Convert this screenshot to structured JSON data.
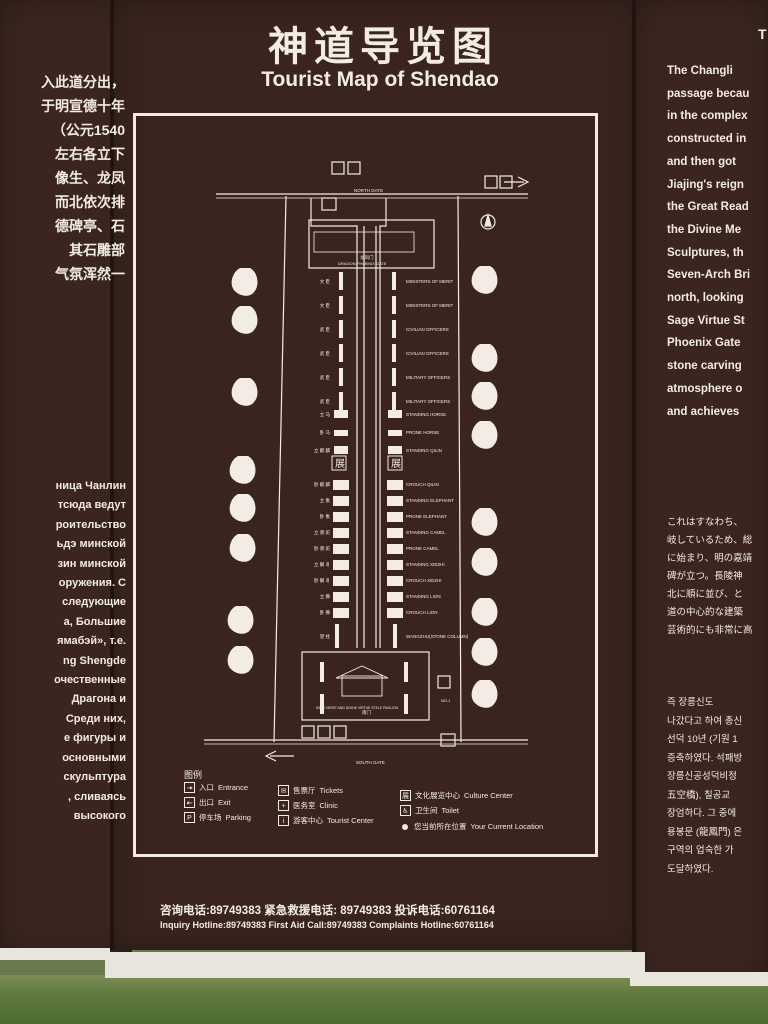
{
  "title_zh": "神道导览图",
  "title_en": "Tourist Map of Shendao",
  "map": {
    "north_gate": "NORTH GATE",
    "south_gate_zh": "南门",
    "south_gate": "SOUTH GATE",
    "dragon_gate_zh": "龙凤门",
    "dragon_gate": "DRAGON-PHOENIX GATE",
    "pavilion": "SAGE MERIT AND DIVINE VIRTUE STELE PAVILION",
    "left_figure_labels": [
      "文 臣",
      "文 臣",
      "武 臣",
      "武 臣",
      "武 臣",
      "武 臣",
      "立 马",
      "卧 马",
      "立 麒 麟"
    ],
    "left_animal_labels": [
      "卧 麒 麟",
      "立 象",
      "卧 象",
      "立 骆 驼",
      "卧 骆 驼",
      "立 獬 豸",
      "卧 獬 豸",
      "立 狮",
      "卧 狮",
      "望 柱"
    ],
    "right_labels": [
      "MINISTERS OF MERIT",
      "MINISTERS OF MERIT",
      "CIVILIAN OFFICERS",
      "CIVILIAN OFFICERS",
      "MILITARY OFFICERS",
      "MILITARY OFFICERS",
      "STANDING HORSE",
      "PRONE HORSE",
      "STANDING QILIN",
      "CROUCH QILIN",
      "STANDING ELEPHANT",
      "PRONE ELEPHANT",
      "STANDING CAMEL",
      "PRONE CAMEL",
      "STANDING XIEZHI",
      "CROUCH XIEZHI",
      "STANDING LION",
      "CROUCH LION",
      "WANGZHU(STONE COLUMN)"
    ],
    "culture_mark": "展",
    "no1": "NO.1"
  },
  "legend": {
    "title": "图例",
    "items": [
      {
        "zh": "入口",
        "en": "Entrance",
        "icon": "entrance-icon",
        "glyph": "⇥"
      },
      {
        "zh": "出口",
        "en": "Exit",
        "icon": "exit-icon",
        "glyph": "⇤"
      },
      {
        "zh": "停车场",
        "en": "Parking",
        "icon": "parking-icon",
        "glyph": "P"
      },
      {
        "zh": "售票厅",
        "en": "Tickets",
        "icon": "ticket-icon",
        "glyph": "✉"
      },
      {
        "zh": "医务室",
        "en": "Clinic",
        "icon": "clinic-icon",
        "glyph": "+"
      },
      {
        "zh": "游客中心",
        "en": "Tourist Center",
        "icon": "tourist-center-icon",
        "glyph": "i"
      },
      {
        "zh": "文化展览中心",
        "en": "Culture Center",
        "icon": "culture-center-icon",
        "glyph": "展"
      },
      {
        "zh": "卫生间",
        "en": "Toilet",
        "icon": "toilet-icon",
        "glyph": "♿"
      },
      {
        "zh": "您当前所在位置",
        "en": "Your Current Location",
        "icon": "current-location-icon",
        "glyph": ""
      }
    ]
  },
  "hotlines": {
    "zh": "咨询电话:89749383   紧急救援电话: 89749383   投诉电话:60761164",
    "en": "Inquiry Hotline:89749383   First Aid Call:89749383   Complaints Hotline:60761164"
  },
  "side": {
    "left_zh": "入此道分出，\n于明宣德十年\n（公元1540\n左右各立下\n像生、龙凤\n而北依次排\n德碑亭、石\n其石雕部\n气氛浑然一",
    "left_ru": "ница Чанлин\nтсюда ведут\nроительство\nьдэ минской\nзин минской\nоружения. С\nследующие\nа, Большие\nямабэй», т.е.\nng Shengde\nочественные\nДрагона и\nСреди них,\nе фигуры и\nосновными\nскульптура\n, сливаясь\nвысокого",
    "right_t": "T",
    "right_en": "The Changli\npassage becau\nin the complex\nconstructed in\nand then got\nJiajing's reign\nthe Great Read\nthe Divine Me\nSculptures, th\nSeven-Arch Bri\nnorth, looking\nSage Virtue St\nPhoenix Gate\nstone carving\natmosphere o\nand achieves",
    "right_jp": "これはすなわち、\n岐しているため、総\nに始まり、明の嘉靖\n碑が立つ。長陵神\n北に順に並び、と\n道の中心的な建築\n芸術的にも非常に高",
    "right_ko": "즉 장릉신도\n나갔다고 하여 총신\n선덕 10년 (기원 1\n증축하였다. 석패방\n장릉신공성덕비정\n五空橋), 칠공교\n장엄하다. 그 중에\n용봉문 (龍鳳門) 은\n구역의 업숙한 가\n도달하였다."
  }
}
